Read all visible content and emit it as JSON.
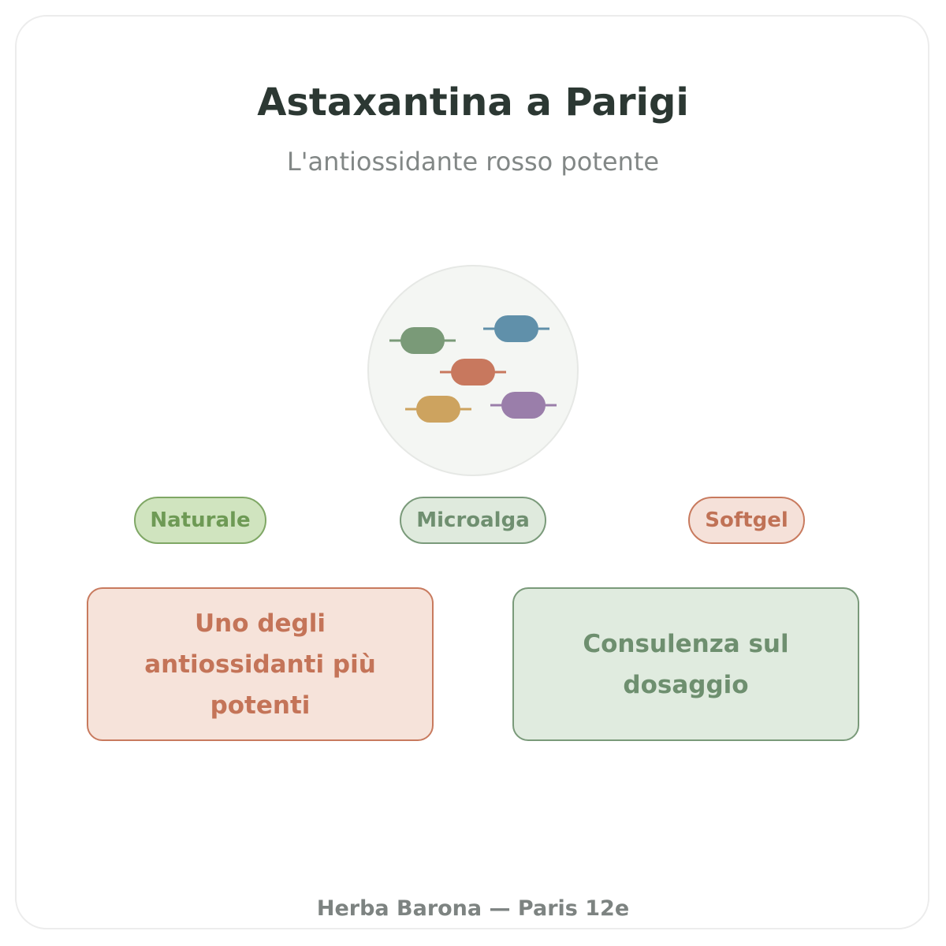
{
  "header": {
    "title": "Astaxantina a Parigi",
    "subtitle": "L'antiossidante rosso potente"
  },
  "illustration": {
    "icon": "capsules-icon",
    "background_color": "#f4f6f3",
    "capsule_colors": [
      "#7a9a78",
      "#6090aa",
      "#c8785e",
      "#cda35f",
      "#9a7eaa"
    ]
  },
  "tags": [
    {
      "label": "Naturale",
      "color": "#6e9a55"
    },
    {
      "label": "Microalga",
      "color": "#6f8f70"
    },
    {
      "label": "Softgel",
      "color": "#c07256"
    }
  ],
  "features": [
    {
      "text": "Uno degli antiossidanti più potenti",
      "color": "#c47458"
    },
    {
      "text": "Consulenza sul dosaggio",
      "color": "#6e8f6f"
    }
  ],
  "footer": {
    "text": "Herba Barona — Paris 12e"
  }
}
